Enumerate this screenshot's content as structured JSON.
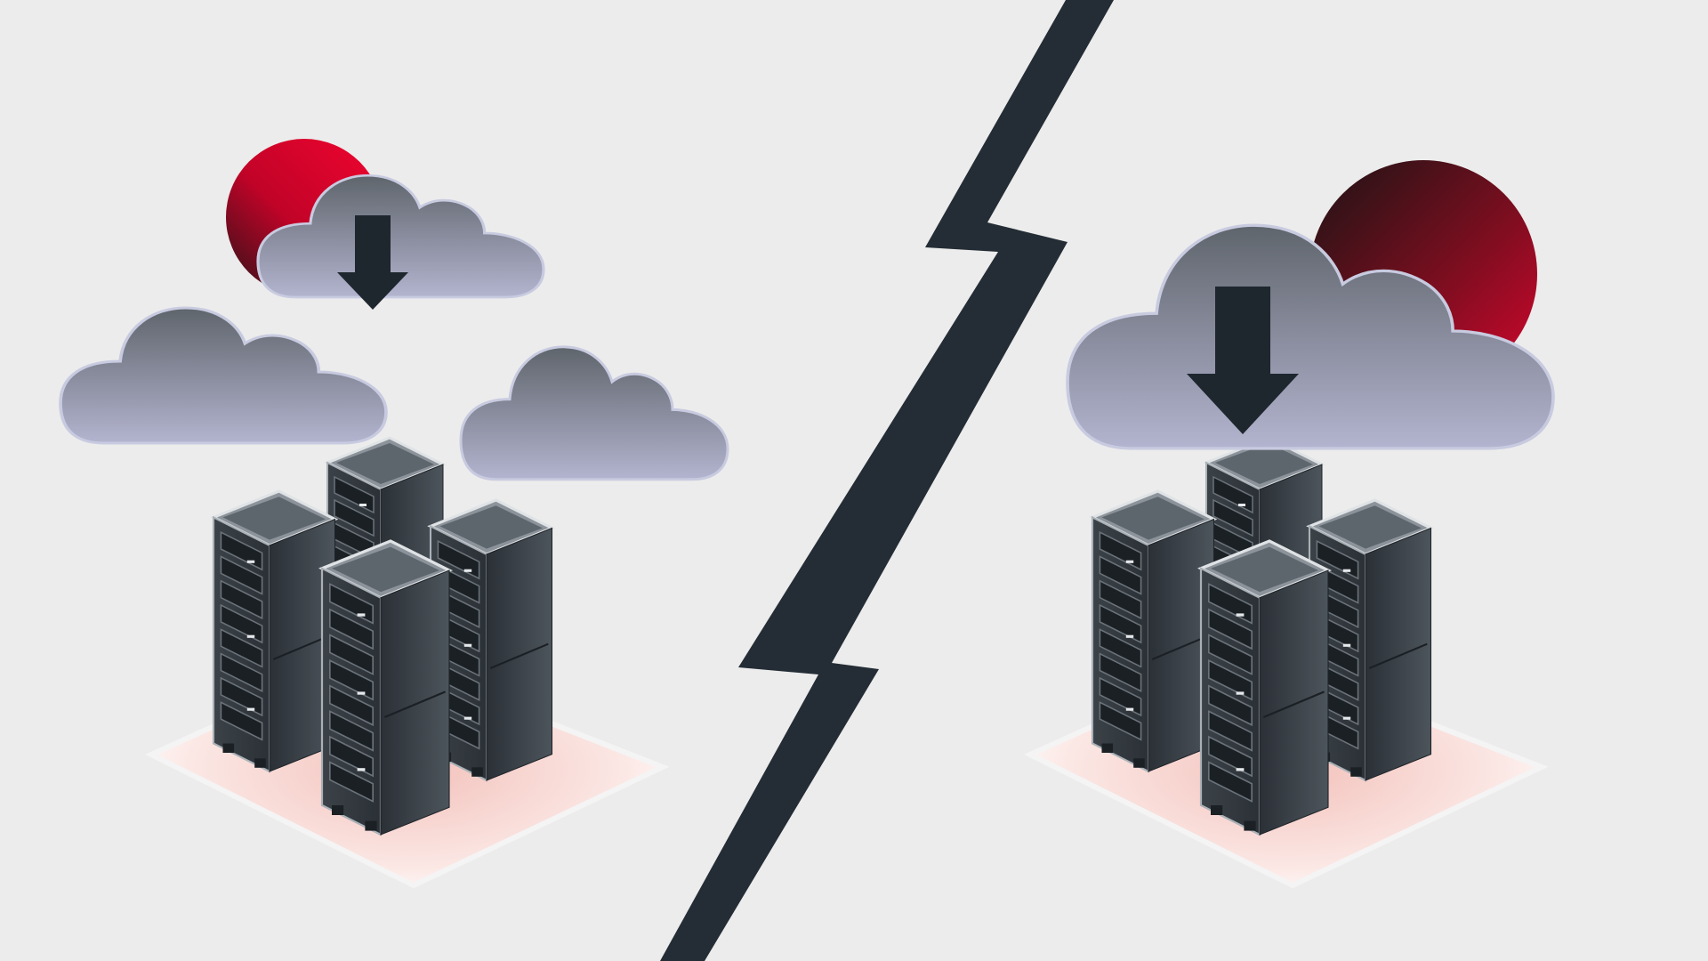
{
  "colors": {
    "background": "#ececec",
    "divider": "#242d35",
    "accent_red": "#e4032e",
    "accent_dark_red": "#1f1416",
    "cloud_top": "#5f656c",
    "cloud_bottom": "#b3b4cf",
    "rack_dark": "#2c3238",
    "rack_mid": "#4a5158",
    "rack_light": "#c9cdd2",
    "pad_glow": "#f6c9c3"
  },
  "icons": {
    "divider": "lightning-bolt-icon",
    "download": "download-arrow-icon",
    "cloud": "cloud-icon",
    "server": "server-rack-icon",
    "sun": "sun-circle-icon"
  },
  "scenes": [
    {
      "id": "left",
      "description_key": "many-small-clouds",
      "cloud_count": 3,
      "server_rack_count": 4
    },
    {
      "id": "right",
      "description_key": "one-large-cloud",
      "cloud_count": 1,
      "server_rack_count": 4
    }
  ]
}
